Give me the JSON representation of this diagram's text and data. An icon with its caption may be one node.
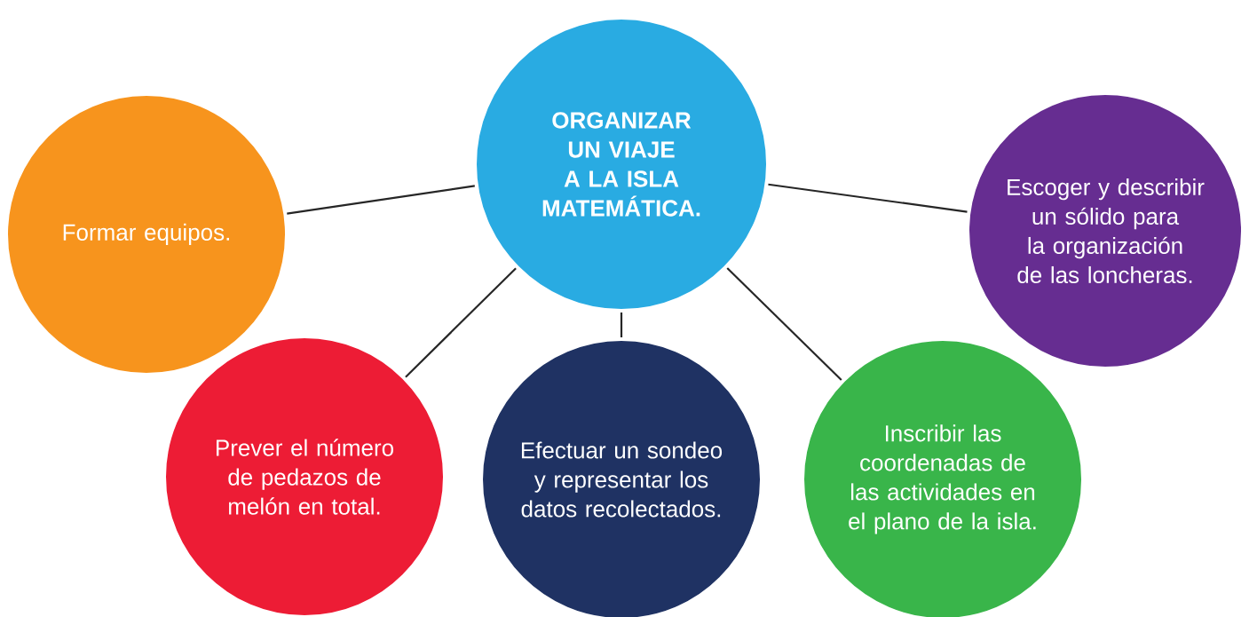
{
  "diagram": {
    "nodes": [
      {
        "text": [
          "ORGANIZAR UN VIAJE A LA ISLA MATEMÁTICA."
        ]
      },
      {
        "text": [
          "Formar equipos."
        ]
      },
      {
        "text": [
          "Escoger y describir un sólido para la organización de las loncheras."
        ]
      },
      {
        "text": [
          "Prever el número de pedazos de melón en total."
        ]
      },
      {
        "text": [
          "Efectuar un sondeo y representar los datos recolectados."
        ]
      },
      {
        "text": [
          "Inscribir las coordenadas de las actividades en el plano de la isla."
        ]
      }
    ],
    "edges": [
      {
        "from": 0,
        "to": 1,
        "arrow": "none"
      },
      {
        "from": 0,
        "to": 2,
        "arrow": "none"
      },
      {
        "from": 0,
        "to": 3,
        "arrow": "none"
      },
      {
        "from": 0,
        "to": 4,
        "arrow": "none"
      },
      {
        "from": 0,
        "to": 5,
        "arrow": "none"
      }
    ]
  }
}
